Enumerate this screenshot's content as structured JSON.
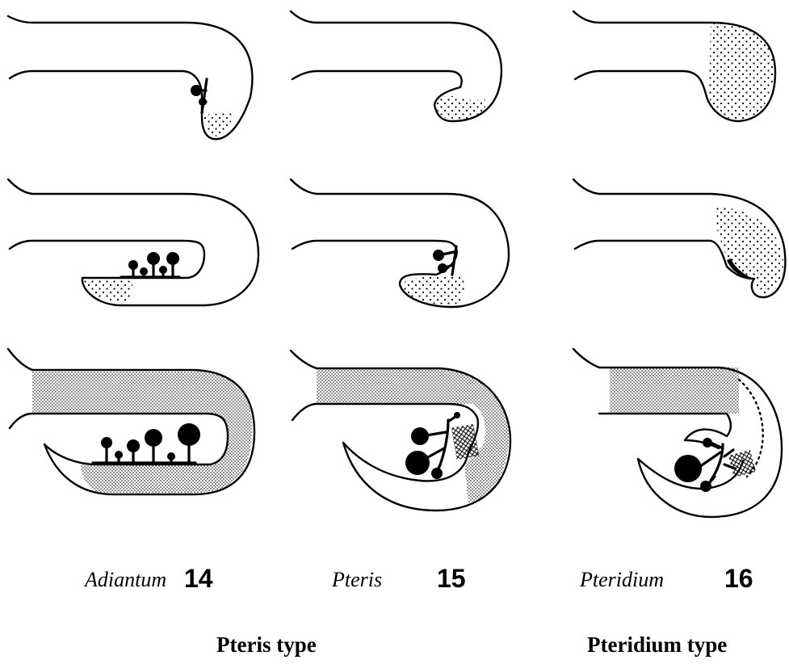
{
  "columns": [
    {
      "genus": "Adiantum",
      "number": "14"
    },
    {
      "genus": "Pteris",
      "number": "15"
    },
    {
      "genus": "Pteridium",
      "number": "16"
    }
  ],
  "types": [
    {
      "label": "Pteris type"
    },
    {
      "label": "Pteridium type"
    }
  ],
  "colors": {
    "ink": "#000000",
    "paper": "#ffffff"
  }
}
